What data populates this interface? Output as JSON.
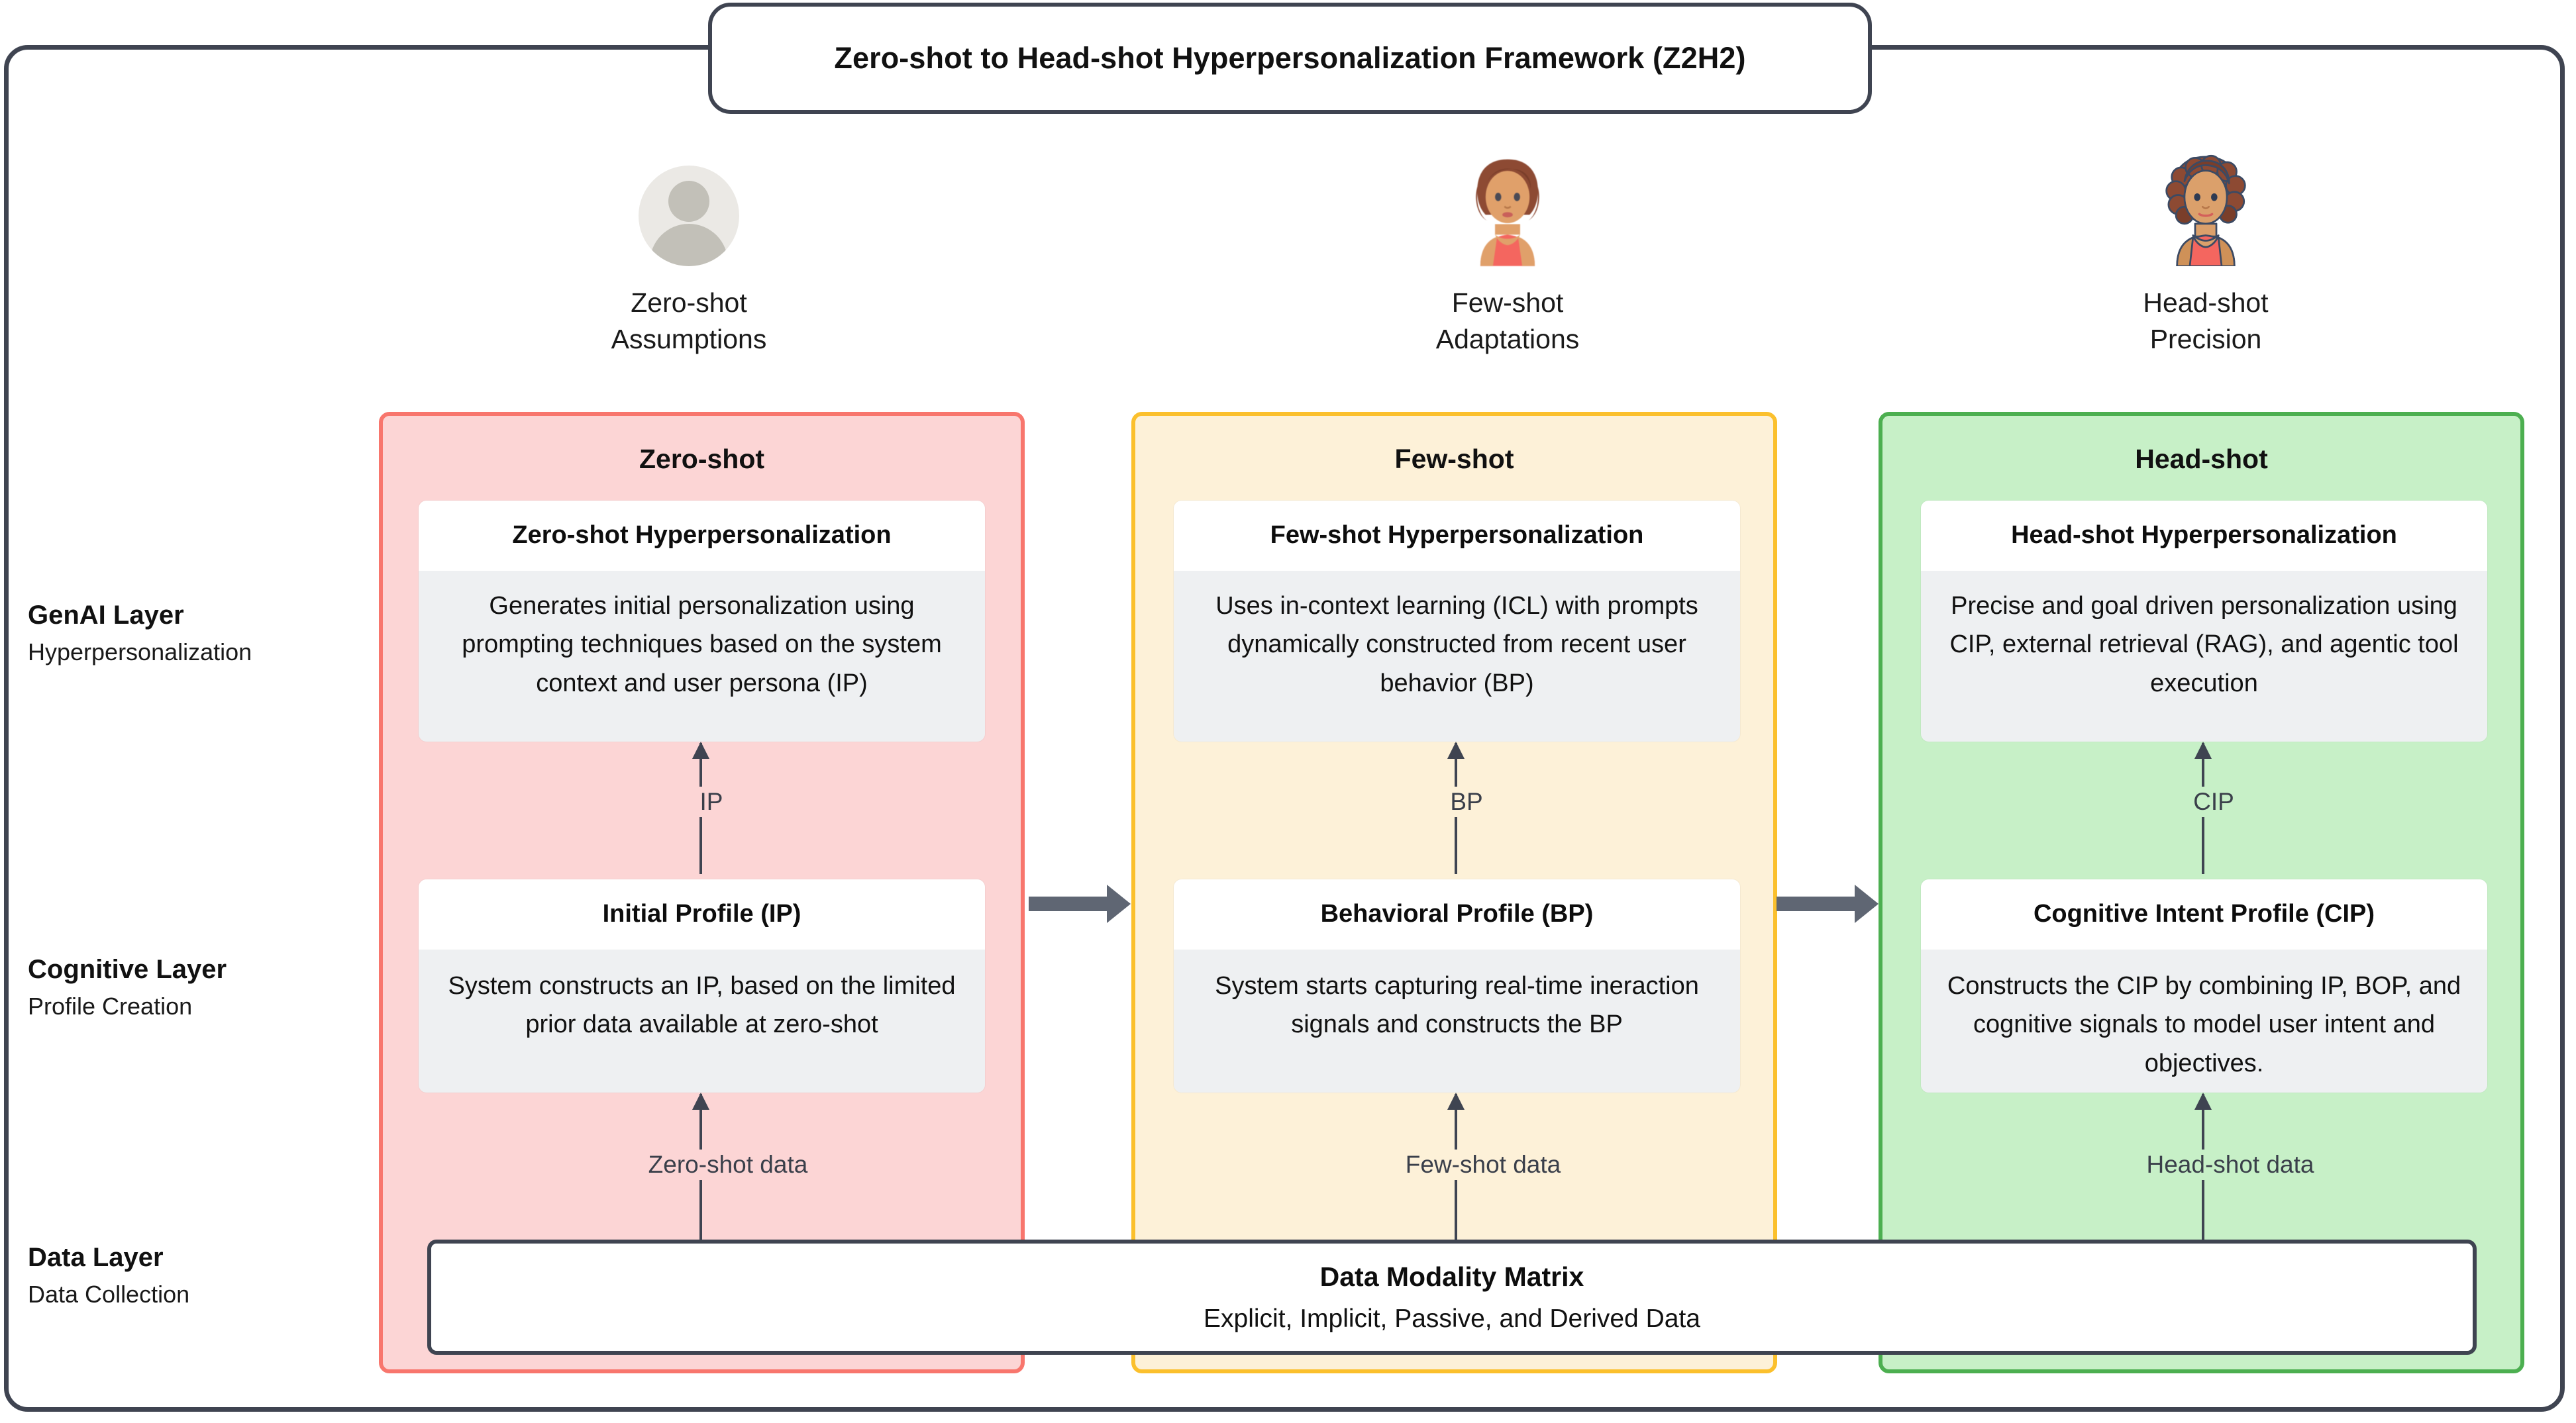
{
  "framework": {
    "title": "Zero-shot to Head-shot Hyperpersonalization Framework (Z2H2)"
  },
  "personas": [
    {
      "icon": "gray-silhouette-avatar-icon",
      "name": "Zero-shot",
      "descriptor": "Assumptions"
    },
    {
      "icon": "woman-avatar-low-detail-icon",
      "name": "Few-shot",
      "descriptor": "Adaptations"
    },
    {
      "icon": "woman-avatar-high-detail-icon",
      "name": "Head-shot",
      "descriptor": "Precision"
    }
  ],
  "layers": [
    {
      "name": "GenAI Layer",
      "subtitle": "Hyperpersonalization"
    },
    {
      "name": "Cognitive Layer",
      "subtitle": "Profile Creation"
    },
    {
      "name": "Data Layer",
      "subtitle": "Data Collection"
    }
  ],
  "columns": [
    {
      "key": "zero",
      "title": "Zero-shot",
      "fill": "#fcd5d5",
      "border": "#f8766d",
      "genai": {
        "title": "Zero-shot Hyperpersonalization",
        "body": "Generates initial personalization using prompting techniques based on the system context and user persona (IP)"
      },
      "cognitive": {
        "title": "Initial Profile (IP)",
        "body": "System constructs an IP, based on the limited prior data available at zero-shot"
      },
      "profile_arrow_label": "IP",
      "data_arrow_label": "Zero-shot data"
    },
    {
      "key": "few",
      "title": "Few-shot",
      "fill": "#fdf1d8",
      "border": "#fbc02d",
      "genai": {
        "title": "Few-shot Hyperpersonalization",
        "body": "Uses in-context learning (ICL) with prompts dynamically constructed from recent user behavior (BP)"
      },
      "cognitive": {
        "title": "Behavioral Profile (BP)",
        "body": "System starts capturing real-time ineraction signals and constructs the BP"
      },
      "profile_arrow_label": "BP",
      "data_arrow_label": "Few-shot data"
    },
    {
      "key": "head",
      "title": "Head-shot",
      "fill": "#c7f0c7",
      "border": "#4caf50",
      "genai": {
        "title": "Head-shot Hyperpersonalization",
        "body": "Precise and goal driven personalization using CIP, external retrieval (RAG), and agentic tool execution"
      },
      "cognitive": {
        "title": "Cognitive Intent Profile (CIP)",
        "body": "Constructs the CIP by combining IP, BOP, and cognitive signals to model user intent and objectives."
      },
      "profile_arrow_label": "CIP",
      "data_arrow_label": "Head-shot data"
    }
  ],
  "data_matrix": {
    "title": "Data Modality Matrix",
    "subtitle": "Explicit, Implicit, Passive, and Derived Data"
  },
  "colors": {
    "frame_border": "#3f4451",
    "arrow": "#3f4451",
    "connector_arrow": "#5f6673",
    "card_body": "#eef0f2",
    "card_header": "#ffffff"
  }
}
